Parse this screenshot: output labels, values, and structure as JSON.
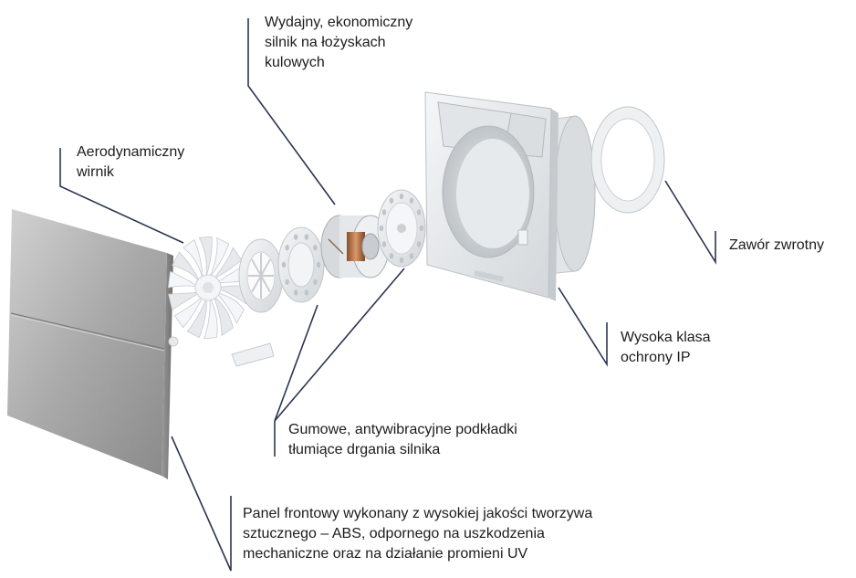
{
  "colors": {
    "leader": "#2a3550",
    "text": "#1c1c1c",
    "panel_light": "#c9c9c9",
    "panel_dark": "#8d8d8d",
    "plastic": "#eceeef",
    "plastic_shadow": "#c4c8cc",
    "copper": "#b8754a"
  },
  "labels": {
    "motor": [
      "Wydajny, ekonomiczny",
      "silnik na łożyskach",
      "kulowych"
    ],
    "impeller": [
      "Aerodynamiczny",
      "wirnik"
    ],
    "valve": [
      "Zawór zwrotny"
    ],
    "ip": [
      "Wysoka  klasa",
      "ochrony IP"
    ],
    "dampers": [
      "Gumowe,  antywibracyjne  podkładki",
      "tłumiące drgania silnika"
    ],
    "panel": [
      "Panel frontowy wykonany z wysokiej jakości tworzywa",
      "sztucznego – ABS, odpornego na uszkodzenia",
      "mechaniczne oraz na działanie promieni UV"
    ]
  }
}
